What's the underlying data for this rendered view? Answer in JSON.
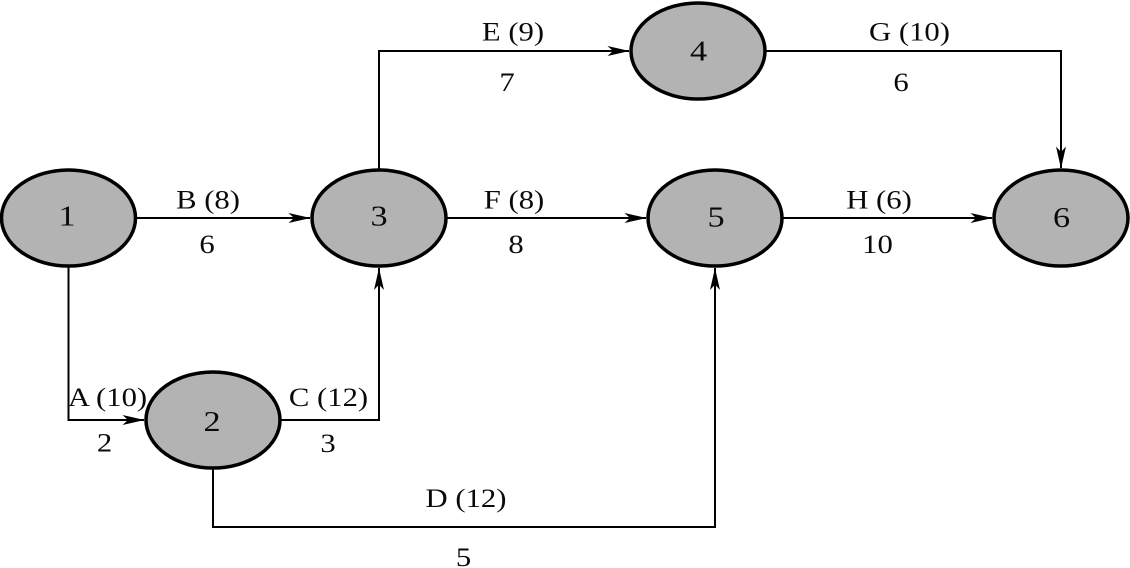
{
  "colors": {
    "background": "#ffffff",
    "node_fill": "#b3b3b3",
    "line": "#000000",
    "text": "#000000"
  },
  "diagram": {
    "nodes": [
      {
        "id": "1",
        "label": "1"
      },
      {
        "id": "2",
        "label": "2"
      },
      {
        "id": "3",
        "label": "3"
      },
      {
        "id": "4",
        "label": "4"
      },
      {
        "id": "5",
        "label": "5"
      },
      {
        "id": "6",
        "label": "6"
      }
    ],
    "edges": [
      {
        "activity": "A",
        "label": "A (10)",
        "parenthesized_value": 10,
        "below_label": "2",
        "below_value": 2,
        "from": "1",
        "to": "2"
      },
      {
        "activity": "B",
        "label": "B (8)",
        "parenthesized_value": 8,
        "below_label": "6",
        "below_value": 6,
        "from": "1",
        "to": "3"
      },
      {
        "activity": "C",
        "label": "C (12)",
        "parenthesized_value": 12,
        "below_label": "3",
        "below_value": 3,
        "from": "2",
        "to": "3"
      },
      {
        "activity": "D",
        "label": "D (12)",
        "parenthesized_value": 12,
        "below_label": "5",
        "below_value": 5,
        "from": "2",
        "to": "5"
      },
      {
        "activity": "E",
        "label": "E (9)",
        "parenthesized_value": 9,
        "below_label": "7",
        "below_value": 7,
        "from": "3",
        "to": "4"
      },
      {
        "activity": "F",
        "label": "F (8)",
        "parenthesized_value": 8,
        "below_label": "8",
        "below_value": 8,
        "from": "3",
        "to": "5"
      },
      {
        "activity": "G",
        "label": "G (10)",
        "parenthesized_value": 10,
        "below_label": "6",
        "below_value": 6,
        "from": "4",
        "to": "6"
      },
      {
        "activity": "H",
        "label": "H (6)",
        "parenthesized_value": 6,
        "below_label": "10",
        "below_value": 10,
        "from": "5",
        "to": "6"
      }
    ]
  }
}
